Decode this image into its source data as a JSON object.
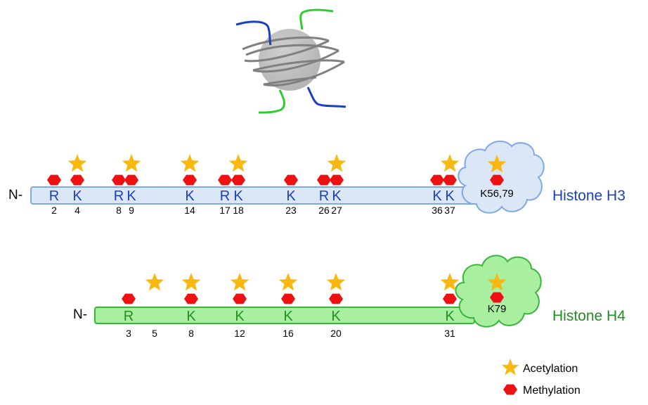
{
  "colors": {
    "h3_fill": "#dbe6f7",
    "h3_stroke": "#7fa8e6",
    "h3_text": "#1a3fbf",
    "h4_fill": "#a8f0a0",
    "h4_stroke": "#3ab43a",
    "h4_text": "#1f8f1f",
    "acetylation": "#f8b80f",
    "methylation": "#ee1111",
    "nucleosome_core": "#bdbdbd",
    "dna": "#808080",
    "tail_blue": "#1a3fbf",
    "tail_green": "#2ecc2e"
  },
  "h3": {
    "n_label": "N-",
    "name": "Histone H3",
    "globular_label": "K56,79",
    "residues": [
      {
        "letter": "R",
        "number": "2",
        "acetyl": false,
        "methyl": true
      },
      {
        "letter": "K",
        "number": "4",
        "acetyl": true,
        "methyl": true
      },
      {
        "letter": "R",
        "number": "8",
        "acetyl": false,
        "methyl": true
      },
      {
        "letter": "K",
        "number": "9",
        "acetyl": true,
        "methyl": true
      },
      {
        "letter": "K",
        "number": "14",
        "acetyl": true,
        "methyl": true
      },
      {
        "letter": "R",
        "number": "17",
        "acetyl": false,
        "methyl": true
      },
      {
        "letter": "K",
        "number": "18",
        "acetyl": true,
        "methyl": true
      },
      {
        "letter": "K",
        "number": "23",
        "acetyl": false,
        "methyl": true
      },
      {
        "letter": "R",
        "number": "26",
        "acetyl": false,
        "methyl": true
      },
      {
        "letter": "K",
        "number": "27",
        "acetyl": true,
        "methyl": true
      },
      {
        "letter": "K",
        "number": "36",
        "acetyl": false,
        "methyl": true
      },
      {
        "letter": "K",
        "number": "37",
        "acetyl": true,
        "methyl": true
      }
    ]
  },
  "h4": {
    "n_label": "N-",
    "name": "Histone H4",
    "globular_label": "K79",
    "residues": [
      {
        "letter": "R",
        "number": "3",
        "acetyl": false,
        "methyl": true
      },
      {
        "letter": "",
        "number": "5",
        "acetyl": true,
        "methyl": false
      },
      {
        "letter": "K",
        "number": "8",
        "acetyl": true,
        "methyl": true
      },
      {
        "letter": "K",
        "number": "12",
        "acetyl": true,
        "methyl": true
      },
      {
        "letter": "K",
        "number": "16",
        "acetyl": true,
        "methyl": true
      },
      {
        "letter": "K",
        "number": "20",
        "acetyl": true,
        "methyl": true
      },
      {
        "letter": "K",
        "number": "31",
        "acetyl": true,
        "methyl": true
      }
    ]
  },
  "legend": {
    "acetylation": "Acetylation",
    "methylation": "Methylation"
  }
}
